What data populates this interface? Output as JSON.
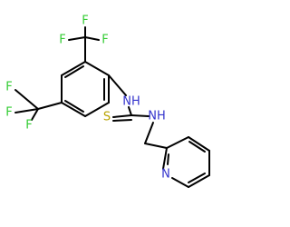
{
  "structure": {
    "colors": {
      "bond": "#000000",
      "fluorine": "#33cc33",
      "nitrogen": "#3333cc",
      "sulfur": "#b8a200"
    },
    "atoms": {
      "f_top_1": "F",
      "f_top_2": "F",
      "f_top_3": "F",
      "f_left_1": "F",
      "f_left_2": "F",
      "f_left_3": "F",
      "nh_aryl": "NH",
      "thione_s": "S",
      "nh_methyl": "NH",
      "pyridine_n": "N"
    }
  }
}
